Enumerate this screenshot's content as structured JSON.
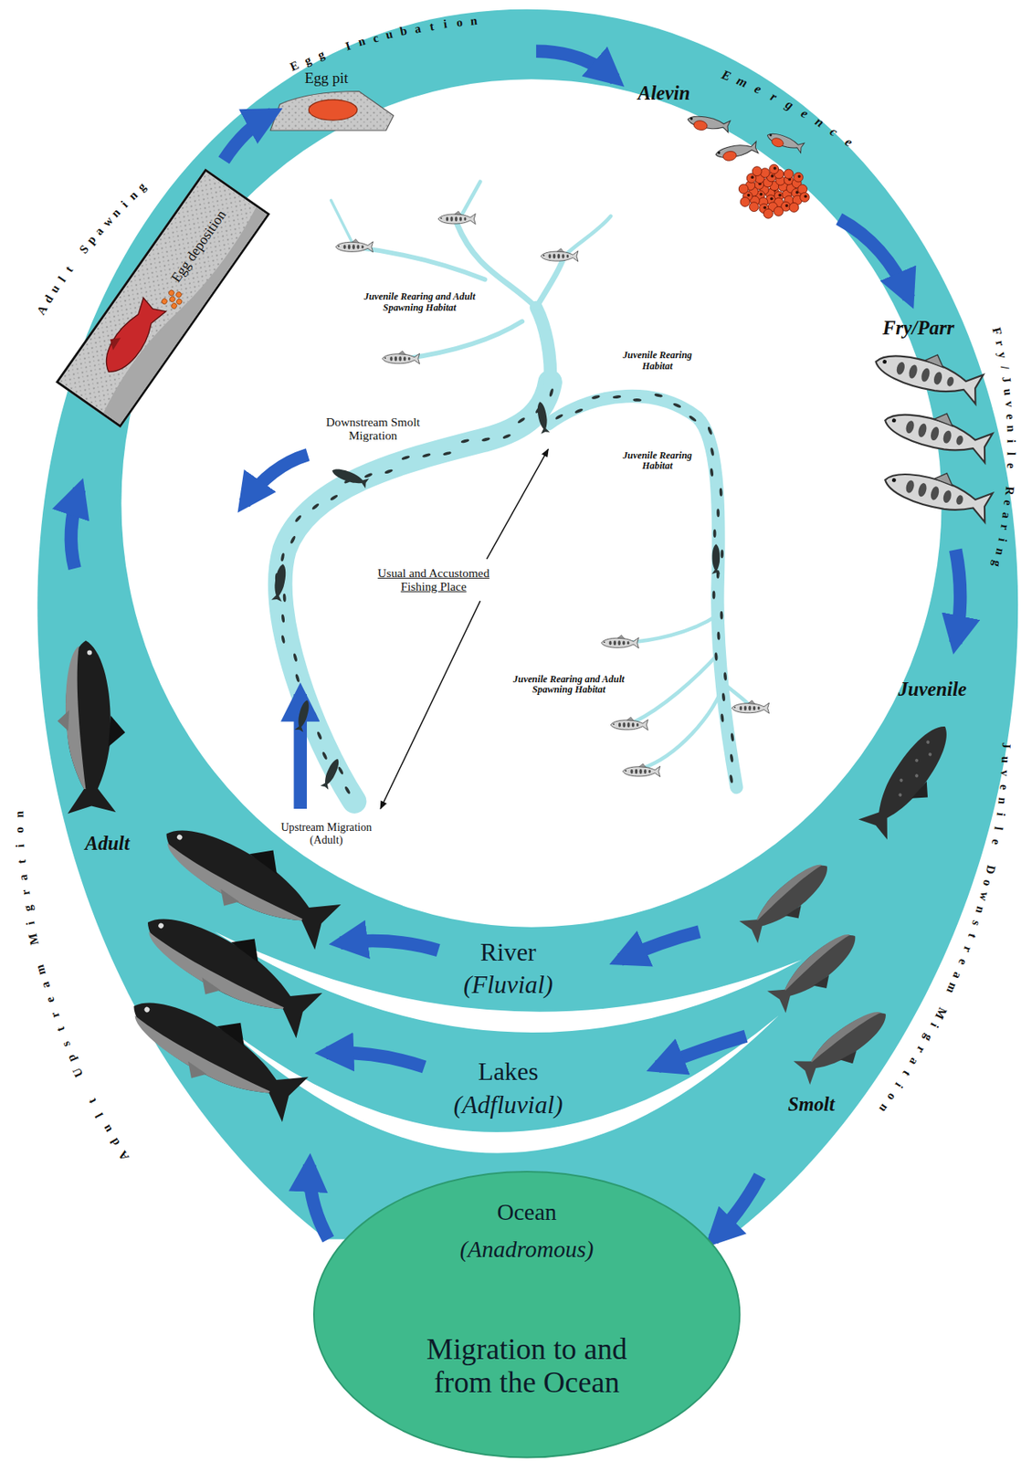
{
  "diagram": {
    "nodes": [
      {
        "text": [
          "River",
          "(Fluvial)"
        ]
      },
      {
        "text": [
          "Lakes",
          "(Adfluvial)"
        ]
      },
      {
        "text": [
          "Ocean",
          "(Anadromous)",
          "Migration to and from the Ocean"
        ]
      },
      {
        "text": [
          "Egg deposition"
        ]
      }
    ],
    "labels": [
      "Egg Incubation",
      "Emergence",
      "Fry/Juvenile Rearing",
      "Juvenile Downstream Migration",
      "Adult Upstream Migration",
      "Adult Spawning",
      "Egg pit",
      "Alevin",
      "Fry/Parr",
      "Juvenile",
      "Smolt",
      "Adult",
      "Juvenile Rearing and Adult Spawning Habitat",
      "Juvenile Rearing Habitat",
      "Juvenile Rearing Habitat",
      "Downstream Smolt Migration",
      "Usual and Accustomed Fishing Place",
      "Juvenile Rearing and Adult Spawning Habitat",
      "Upstream Migration (Adult)"
    ]
  }
}
